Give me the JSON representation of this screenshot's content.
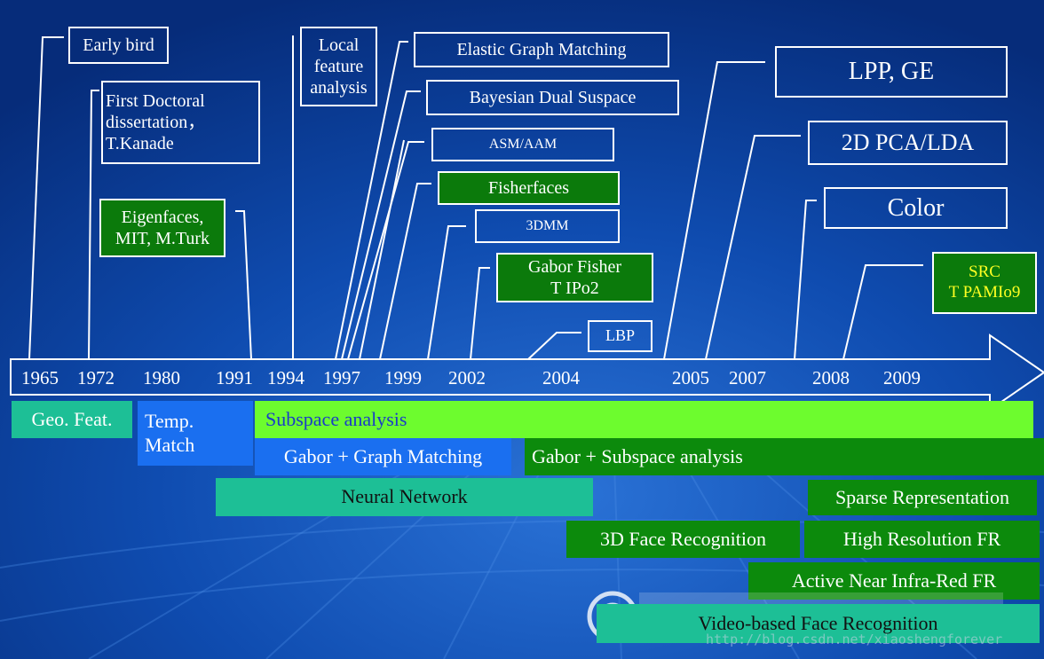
{
  "milestones": {
    "early_bird": "Early bird",
    "first_doctoral": "First Doctoral\ndissertation，\nT.Kanade",
    "eigenfaces": "Eigenfaces,\nMIT, M.Turk",
    "local_feature": "Local\nfeature\nanalysis",
    "elastic_graph": "Elastic Graph Matching",
    "bayesian": "Bayesian Dual Suspace",
    "asm_aam": "ASM/AAM",
    "fisherfaces": "Fisherfaces",
    "three_dmm": "3DMM",
    "gabor_fisher": "Gabor Fisher\nT IPo2",
    "lbp": "LBP",
    "lpp_ge": "LPP, GE",
    "pca_lda": "2D PCA/LDA",
    "color": "Color",
    "src": "SRC\nT PAMIo9"
  },
  "years": [
    "1965",
    "1972",
    "1980",
    "1991",
    "1994",
    "1997",
    "1999",
    "2002",
    "2004",
    "2005",
    "2007",
    "2008",
    "2009"
  ],
  "bars": {
    "geo": "Geo. Feat.",
    "temp": "Temp.\nMatch",
    "subspace": "Subspace analysis",
    "gabor_graph": "Gabor + Graph Matching",
    "gabor_subspace": "Gabor  +  Subspace analysis",
    "neural": "Neural Network",
    "sparse": "Sparse Representation",
    "face3d": "3D Face Recognition",
    "highres": "High Resolution FR",
    "nir": "Active Near Infra-Red FR",
    "video": "Video-based Face Recognition"
  },
  "watermark": "http://blog.csdn.net/xiaoshengforever",
  "colors": {
    "background": "#0a3f9e",
    "teal": "#1dbf96",
    "blue": "#1a6ff0",
    "lime": "#6dfc2e",
    "green": "#0c8a0c",
    "box_green": "#0b7a0b",
    "src_text": "#ffff22"
  }
}
